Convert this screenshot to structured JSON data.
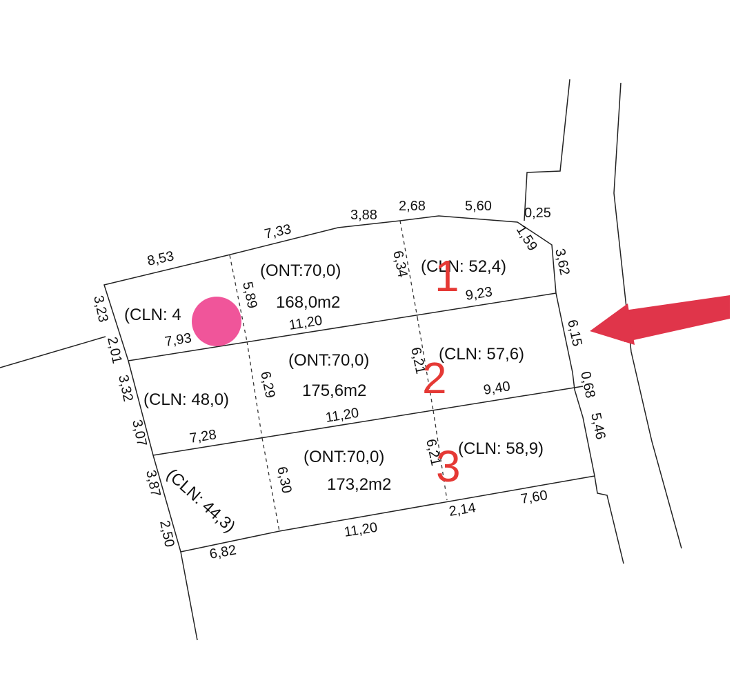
{
  "dimensions": {
    "top_8_53": "8,53",
    "top_7_33": "7,33",
    "top_3_88": "3,88",
    "top_2_68": "2,68",
    "top_5_60": "5,60",
    "top_0_25": "0,25",
    "corner_1_59": "1,59",
    "right_3_62": "3,62",
    "right_6_15": "6,15",
    "right_0_68": "0,68",
    "right_5_46": "5,46",
    "left_3_23": "3,23",
    "left_2_01": "2,01",
    "left_3_32": "3,32",
    "left_3_07": "3,07",
    "left_3_87": "3,87",
    "left_2_50": "2,50",
    "bottom_6_82": "6,82",
    "bottom_11_20": "11,20",
    "bottom_2_14": "2,14",
    "bottom_7_60": "7,60",
    "mid_5_89": "5,89",
    "mid_6_34": "6,34",
    "mid_9_23": "9,23",
    "mid_11_20_a": "11,20",
    "mid_7_93": "7,93",
    "mid_6_21_a": "6,21",
    "mid_6_29": "6,29",
    "mid_9_40": "9,40",
    "mid_11_20_b": "11,20",
    "mid_7_28": "7,28",
    "mid_6_21_b": "6,21",
    "mid_6_30": "6,30"
  },
  "plots": [
    {
      "number": "1",
      "ont": "(ONT:70,0)",
      "area": "168,0m2",
      "cln_left": "(CLN: 4",
      "cln_right": "(CLN: 52,4)"
    },
    {
      "number": "2",
      "ont": "(ONT:70,0)",
      "area": "175,6m2",
      "cln_left": "(CLN: 48,0)",
      "cln_right": "(CLN: 57,6)"
    },
    {
      "number": "3",
      "ont": "(ONT:70,0)",
      "area": "173,2m2",
      "cln_left": "(CLN: 44,3)",
      "cln_right": "(CLN: 58,9)"
    }
  ],
  "colors": {
    "marker": "#f0559a",
    "arrow": "#e0354a",
    "plot_number": "#e53935"
  },
  "icons": {
    "marker": "dot-marker-icon",
    "arrow": "arrow-left-icon"
  }
}
